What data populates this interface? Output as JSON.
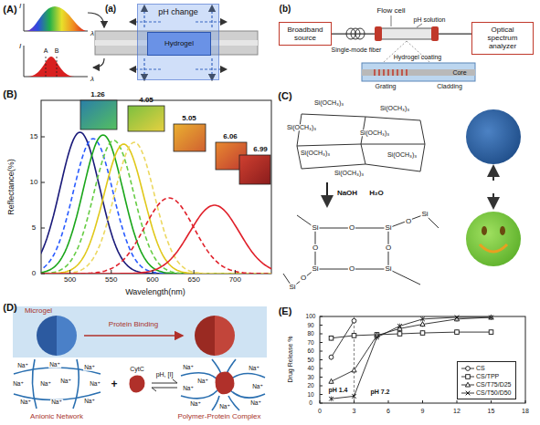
{
  "diagram": {
    "nodes": [
      {
        "text": [
          "pH change"
        ]
      },
      {
        "text": [
          "Hydrogel"
        ],
        "in": 0
      },
      {
        "text": [
          "Broadband source"
        ]
      },
      {
        "text": [
          "Optical spectrum analyzer"
        ]
      }
    ],
    "edges": [
      {
        "from": 2,
        "to": 3,
        "arrow": "none"
      }
    ],
    "labels": [
      "(A)",
      "I",
      "λ",
      "I",
      "A",
      "B",
      "λ",
      "(a)",
      "(b)",
      "Flow cell",
      "pH solution",
      "Single-mode fiber",
      "Hydrogel coating",
      "Core",
      "Grating",
      "Cladding",
      "(B)",
      "1.26",
      "4.05",
      "5.05",
      "6.06",
      "6.99",
      "500",
      "550",
      "600",
      "650",
      "700",
      "0",
      "5",
      "10",
      "15",
      "Reflectance(%)",
      "Wavelength(nm)",
      "(C)",
      "Si(OCH₃)₃",
      "Si(OCH₃)₃",
      "Si(OCH₃)₃",
      "Si(OCH₃)₃",
      "Si(OCH₃)₃",
      "Si(OCH₃)₃",
      "Si(OCH₃)₃",
      "NaOH",
      "H₂O",
      "Si",
      "Si",
      "Si",
      "Si",
      "Si",
      "Si",
      "O",
      "O",
      "O",
      "O",
      "O",
      "O",
      "(D)",
      "Microgel",
      "Protein Binding",
      "Anionic Network",
      "Polymer-Protein Complex",
      "+",
      "CytC",
      "pH, [I]",
      "Na⁺",
      "Na⁺",
      "Na⁺",
      "Na⁺",
      "Na⁺",
      "Na⁺",
      "Na⁺",
      "Na⁺",
      "Na⁺",
      "Na⁺",
      "Na⁺",
      "Na⁺",
      "Na⁺",
      "Na⁺",
      "Na⁺",
      "Na⁺",
      "Na⁺",
      "Na⁺",
      "(E)",
      "Drug Release %",
      "0",
      "10",
      "20",
      "30",
      "40",
      "50",
      "60",
      "70",
      "80",
      "90",
      "100",
      "0",
      "3",
      "6",
      "9",
      "12",
      "15",
      "18",
      "pH 1.4",
      "pH 7.2"
    ],
    "legend": [
      {
        "text": "CS"
      },
      {
        "text": "CS/TPP"
      },
      {
        "text": "CS/T75/D25"
      },
      {
        "text": "CS/T50/D50"
      }
    ]
  }
}
